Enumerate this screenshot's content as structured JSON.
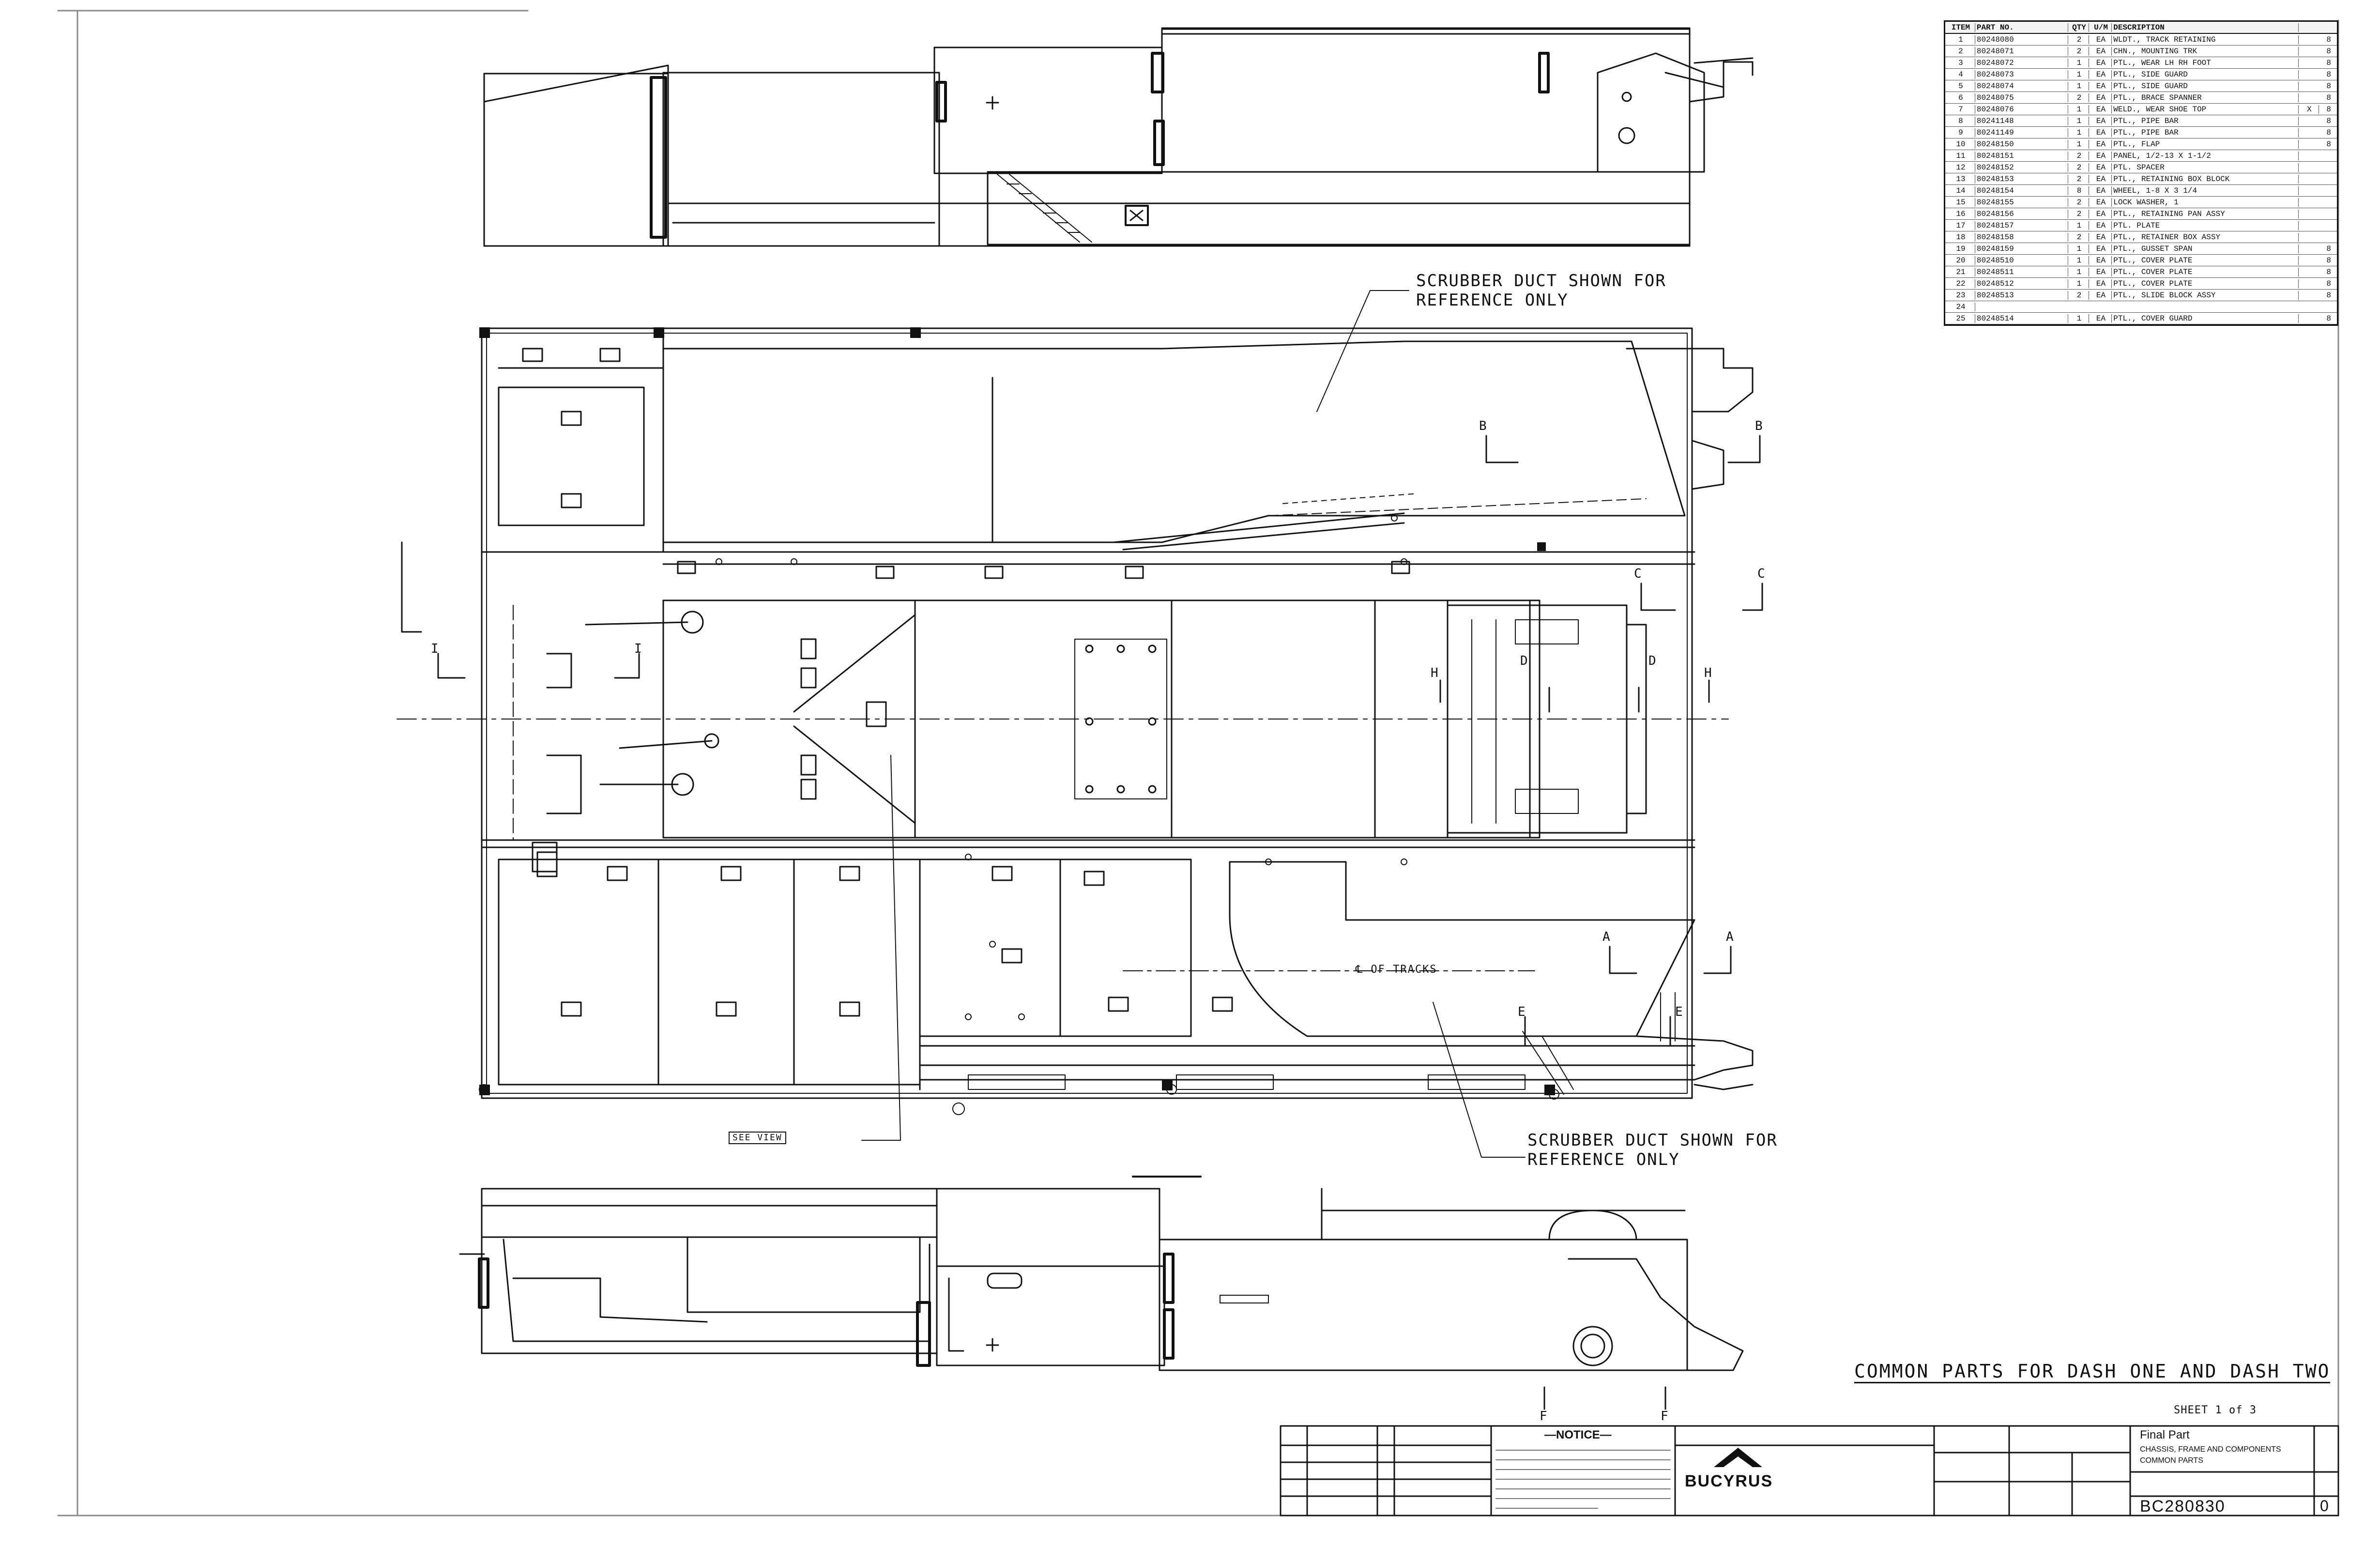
{
  "notes": {
    "scrubber_upper": [
      "SCRUBBER DUCT SHOWN FOR",
      "REFERENCE ONLY"
    ],
    "scrubber_lower": [
      "SCRUBBER DUCT SHOWN FOR",
      "REFERENCE ONLY"
    ],
    "see_view": "SEE VIEW",
    "tracks_centerline": "℄ OF TRACKS",
    "common_parts": "COMMON PARTS FOR DASH ONE AND DASH TWO"
  },
  "section_markers": {
    "A": "A",
    "B": "B",
    "C": "C",
    "D": "D",
    "E": "E",
    "F": "F",
    "H": "H",
    "I": "I"
  },
  "bom": {
    "headers": {
      "item": "ITEM",
      "part_no": "PART NO.",
      "qty": "QTY",
      "um": "U/M",
      "description": "DESCRIPTION"
    },
    "rows": [
      {
        "item": "1",
        "part": "80248080",
        "qty": "2",
        "um": "EA",
        "desc": "WLDT., TRACK RETAINING",
        "x": "",
        "y": "8"
      },
      {
        "item": "2",
        "part": "80248071",
        "qty": "2",
        "um": "EA",
        "desc": "CHN., MOUNTING TRK",
        "x": "",
        "y": "8"
      },
      {
        "item": "3",
        "part": "80248072",
        "qty": "1",
        "um": "EA",
        "desc": "PTL., WEAR LH RH FOOT",
        "x": "",
        "y": "8"
      },
      {
        "item": "4",
        "part": "80248073",
        "qty": "1",
        "um": "EA",
        "desc": "PTL., SIDE GUARD",
        "x": "",
        "y": "8"
      },
      {
        "item": "5",
        "part": "80248074",
        "qty": "1",
        "um": "EA",
        "desc": "PTL., SIDE GUARD",
        "x": "",
        "y": "8"
      },
      {
        "item": "6",
        "part": "80248075",
        "qty": "2",
        "um": "EA",
        "desc": "PTL., BRACE SPANNER",
        "x": "",
        "y": "8"
      },
      {
        "item": "7",
        "part": "80248076",
        "qty": "1",
        "um": "EA",
        "desc": "WELD., WEAR SHOE TOP",
        "x": "X",
        "y": "8"
      },
      {
        "item": "8",
        "part": "80241148",
        "qty": "1",
        "um": "EA",
        "desc": "PTL., PIPE BAR",
        "x": "",
        "y": "8"
      },
      {
        "item": "9",
        "part": "80241149",
        "qty": "1",
        "um": "EA",
        "desc": "PTL., PIPE BAR",
        "x": "",
        "y": "8"
      },
      {
        "item": "10",
        "part": "80248150",
        "qty": "1",
        "um": "EA",
        "desc": "PTL., FLAP",
        "x": "",
        "y": "8"
      },
      {
        "item": "11",
        "part": "80248151",
        "qty": "2",
        "um": "EA",
        "desc": "PANEL, 1/2-13 X 1-1/2",
        "x": "",
        "y": ""
      },
      {
        "item": "12",
        "part": "80248152",
        "qty": "2",
        "um": "EA",
        "desc": "PTL. SPACER",
        "x": "",
        "y": ""
      },
      {
        "item": "13",
        "part": "80248153",
        "qty": "2",
        "um": "EA",
        "desc": "PTL., RETAINING BOX BLOCK",
        "x": "",
        "y": ""
      },
      {
        "item": "14",
        "part": "80248154",
        "qty": "8",
        "um": "EA",
        "desc": "WHEEL, 1-8 X 3 1/4",
        "x": "",
        "y": ""
      },
      {
        "item": "15",
        "part": "80248155",
        "qty": "2",
        "um": "EA",
        "desc": "LOCK WASHER, 1",
        "x": "",
        "y": ""
      },
      {
        "item": "16",
        "part": "80248156",
        "qty": "2",
        "um": "EA",
        "desc": "PTL., RETAINING PAN ASSY",
        "x": "",
        "y": ""
      },
      {
        "item": "17",
        "part": "80248157",
        "qty": "1",
        "um": "EA",
        "desc": "PTL. PLATE",
        "x": "",
        "y": ""
      },
      {
        "item": "18",
        "part": "80248158",
        "qty": "2",
        "um": "EA",
        "desc": "PTL., RETAINER BOX ASSY",
        "x": "",
        "y": ""
      },
      {
        "item": "19",
        "part": "80248159",
        "qty": "1",
        "um": "EA",
        "desc": "PTL., GUSSET SPAN",
        "x": "",
        "y": "8"
      },
      {
        "item": "20",
        "part": "80248510",
        "qty": "1",
        "um": "EA",
        "desc": "PTL., COVER PLATE",
        "x": "",
        "y": "8"
      },
      {
        "item": "21",
        "part": "80248511",
        "qty": "1",
        "um": "EA",
        "desc": "PTL., COVER PLATE",
        "x": "",
        "y": "8"
      },
      {
        "item": "22",
        "part": "80248512",
        "qty": "1",
        "um": "EA",
        "desc": "PTL., COVER PLATE",
        "x": "",
        "y": "8"
      },
      {
        "item": "23",
        "part": "80248513",
        "qty": "2",
        "um": "EA",
        "desc": "PTL., SLIDE BLOCK ASSY",
        "x": "",
        "y": "8"
      },
      {
        "item": "24",
        "part": "",
        "qty": "",
        "um": "",
        "desc": "",
        "x": "",
        "y": ""
      },
      {
        "item": "25",
        "part": "80248514",
        "qty": "1",
        "um": "EA",
        "desc": "PTL., COVER GUARD",
        "x": "",
        "y": "8"
      }
    ]
  },
  "title_block": {
    "notice": "—NOTICE—",
    "company": "BUCYRUS",
    "title_lines": [
      "Final Part",
      "CHASSIS, FRAME AND COMPONENTS",
      "COMMON PARTS"
    ],
    "drawing_number": "BC280830",
    "sheet": "SHEET 1 of 3",
    "revision": "0"
  },
  "colors": {
    "ink": "#111111",
    "paper": "#ffffff",
    "faint": "#9a9a9a"
  }
}
